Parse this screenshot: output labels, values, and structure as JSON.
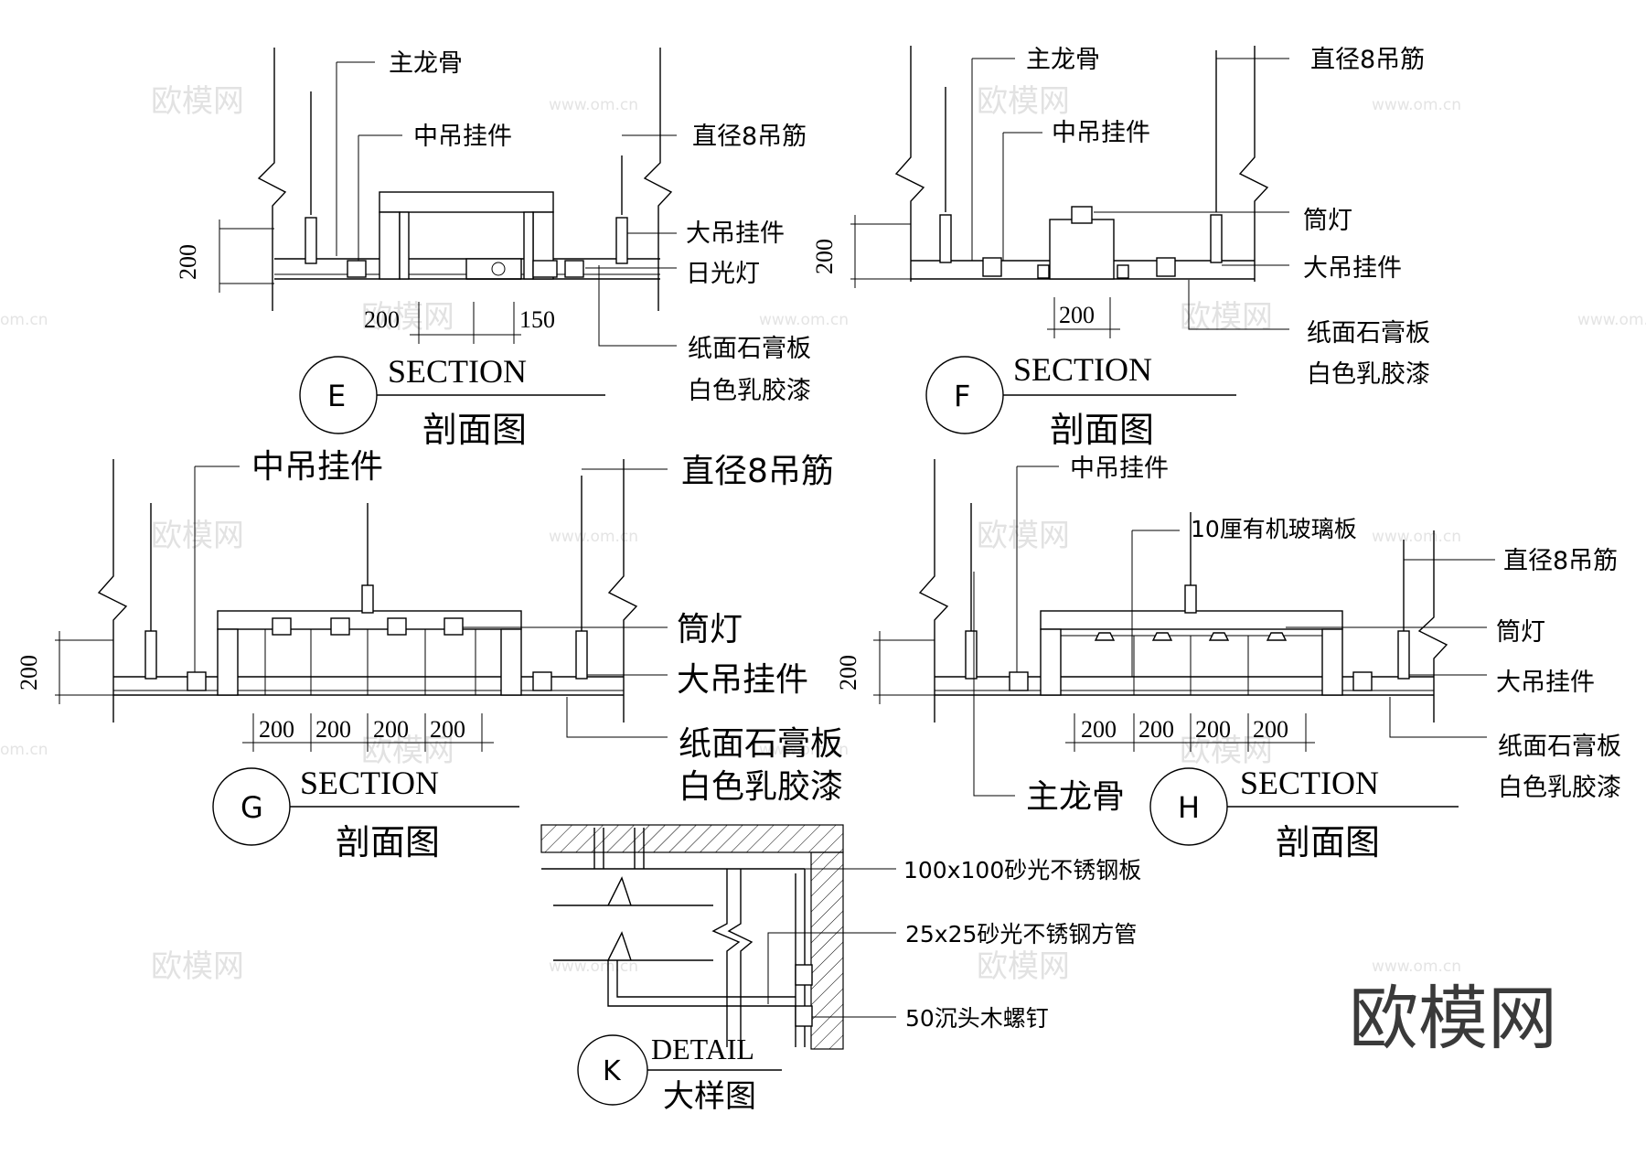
{
  "watermarks": {
    "logo": "欧模网",
    "url": "www.om.cn",
    "url_short": "om.cn",
    "big_logo": "欧模网"
  },
  "panel_e": {
    "letter": "E",
    "section": "SECTION",
    "caption": "剖面图",
    "labels": [
      "主龙骨",
      "中吊挂件",
      "直径8吊筋",
      "大吊挂件",
      "日光灯",
      "纸面石膏板",
      "白色乳胶漆"
    ],
    "dims": [
      "200",
      "200",
      "150"
    ]
  },
  "panel_f": {
    "letter": "F",
    "section": "SECTION",
    "caption": "剖面图",
    "labels": [
      "主龙骨",
      "中吊挂件",
      "直径8吊筋",
      "筒灯",
      "大吊挂件",
      "纸面石膏板",
      "白色乳胶漆"
    ],
    "dims": [
      "200",
      "200"
    ]
  },
  "panel_g": {
    "letter": "G",
    "section": "SECTION",
    "caption": "剖面图",
    "labels": [
      "中吊挂件",
      "直径8吊筋",
      "筒灯",
      "大吊挂件",
      "纸面石膏板",
      "白色乳胶漆"
    ],
    "dims": [
      "200",
      "200",
      "200",
      "200",
      "200"
    ]
  },
  "panel_h": {
    "letter": "H",
    "section": "SECTION",
    "caption": "剖面图",
    "labels": [
      "中吊挂件",
      "10厘有机玻璃板",
      "直径8吊筋",
      "筒灯",
      "大吊挂件",
      "纸面石膏板",
      "白色乳胶漆",
      "主龙骨"
    ],
    "dims": [
      "200",
      "200",
      "200",
      "200",
      "200"
    ]
  },
  "panel_k": {
    "letter": "K",
    "section": "DETAIL",
    "caption": "大样图",
    "labels": [
      "100x100砂光不锈钢板",
      "25x25砂光不锈钢方管",
      "50沉头木螺钉"
    ]
  }
}
